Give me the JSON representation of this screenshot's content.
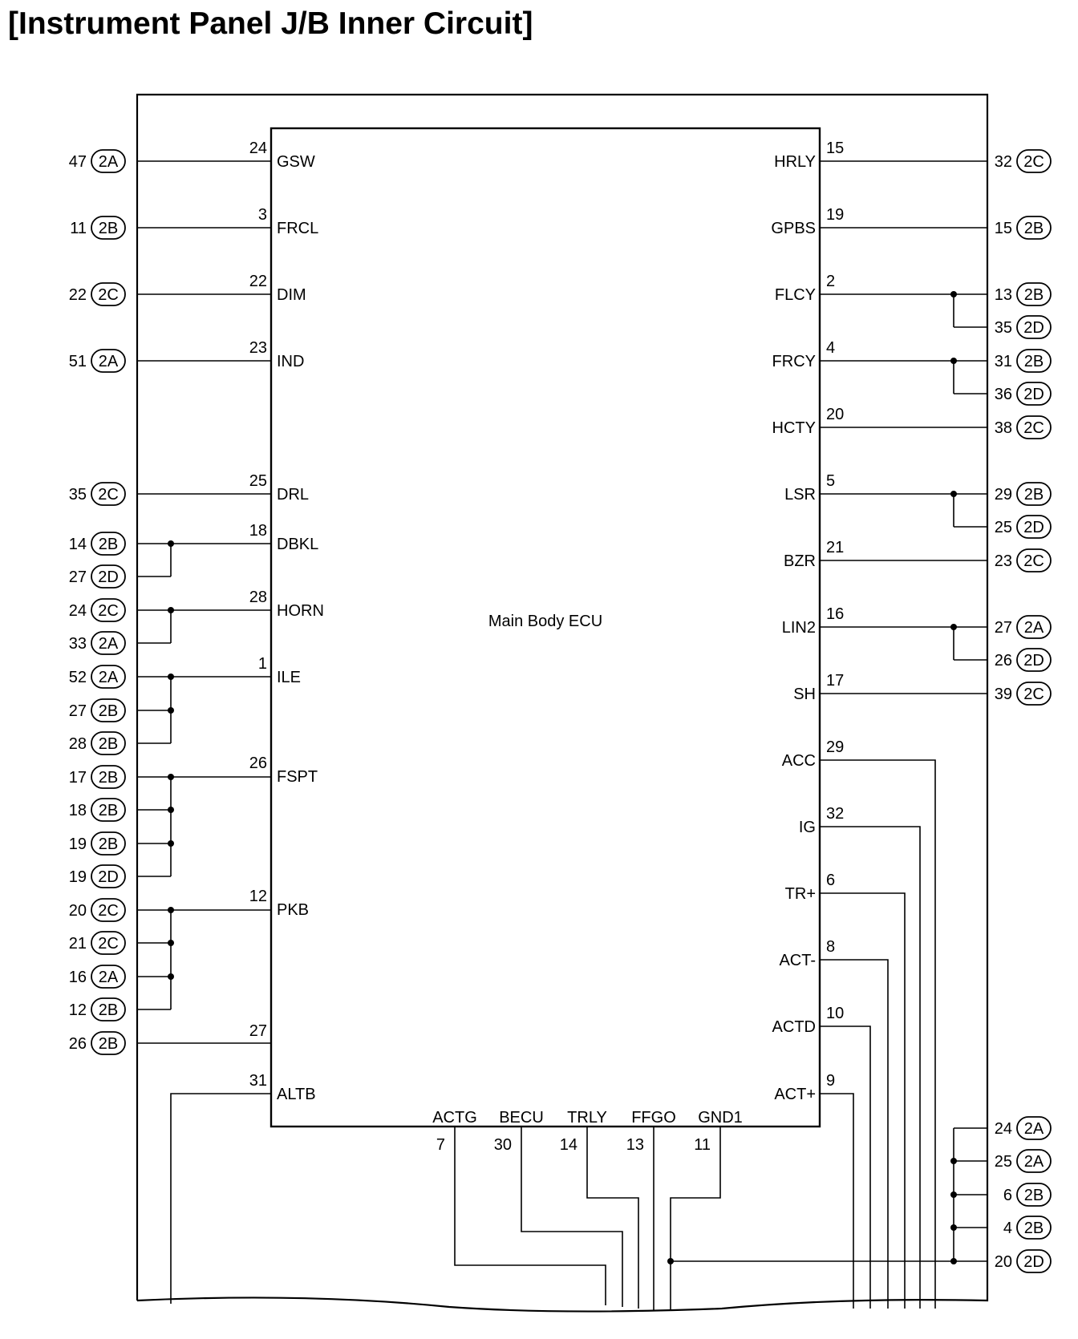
{
  "title": "[Instrument Panel J/B Inner Circuit]",
  "ecu_label": "Main Body ECU",
  "left_signals": [
    {
      "name": "GSW",
      "pin": "24",
      "ext": [
        {
          "num": "47",
          "conn": "2A"
        }
      ]
    },
    {
      "name": "FRCL",
      "pin": "3",
      "ext": [
        {
          "num": "11",
          "conn": "2B"
        }
      ]
    },
    {
      "name": "DIM",
      "pin": "22",
      "ext": [
        {
          "num": "22",
          "conn": "2C"
        }
      ]
    },
    {
      "name": "IND",
      "pin": "23",
      "ext": [
        {
          "num": "51",
          "conn": "2A"
        }
      ]
    },
    {
      "name": "DRL",
      "pin": "25",
      "ext": [
        {
          "num": "35",
          "conn": "2C"
        }
      ]
    },
    {
      "name": "DBKL",
      "pin": "18",
      "ext": [
        {
          "num": "14",
          "conn": "2B"
        },
        {
          "num": "27",
          "conn": "2D"
        }
      ]
    },
    {
      "name": "HORN",
      "pin": "28",
      "ext": [
        {
          "num": "24",
          "conn": "2C"
        },
        {
          "num": "33",
          "conn": "2A"
        }
      ]
    },
    {
      "name": "ILE",
      "pin": "1",
      "ext": [
        {
          "num": "52",
          "conn": "2A"
        },
        {
          "num": "27",
          "conn": "2B"
        },
        {
          "num": "28",
          "conn": "2B"
        }
      ]
    },
    {
      "name": "FSPT",
      "pin": "26",
      "ext": [
        {
          "num": "17",
          "conn": "2B"
        },
        {
          "num": "18",
          "conn": "2B"
        },
        {
          "num": "19",
          "conn": "2B"
        },
        {
          "num": "19",
          "conn": "2D"
        }
      ]
    },
    {
      "name": "PKB",
      "pin": "12",
      "ext": [
        {
          "num": "20",
          "conn": "2C"
        },
        {
          "num": "21",
          "conn": "2C"
        },
        {
          "num": "16",
          "conn": "2A"
        },
        {
          "num": "12",
          "conn": "2B"
        }
      ]
    },
    {
      "name": "",
      "pin": "27",
      "ext": [
        {
          "num": "26",
          "conn": "2B"
        }
      ]
    },
    {
      "name": "ALTB",
      "pin": "31",
      "ext": []
    }
  ],
  "right_signals": [
    {
      "name": "HRLY",
      "pin": "15",
      "ext": [
        {
          "num": "32",
          "conn": "2C"
        }
      ]
    },
    {
      "name": "GPBS",
      "pin": "19",
      "ext": [
        {
          "num": "15",
          "conn": "2B"
        }
      ]
    },
    {
      "name": "FLCY",
      "pin": "2",
      "ext": [
        {
          "num": "13",
          "conn": "2B"
        },
        {
          "num": "35",
          "conn": "2D"
        }
      ]
    },
    {
      "name": "FRCY",
      "pin": "4",
      "ext": [
        {
          "num": "31",
          "conn": "2B"
        },
        {
          "num": "36",
          "conn": "2D"
        }
      ]
    },
    {
      "name": "HCTY",
      "pin": "20",
      "ext": [
        {
          "num": "38",
          "conn": "2C"
        }
      ]
    },
    {
      "name": "LSR",
      "pin": "5",
      "ext": [
        {
          "num": "29",
          "conn": "2B"
        },
        {
          "num": "25",
          "conn": "2D"
        }
      ]
    },
    {
      "name": "BZR",
      "pin": "21",
      "ext": [
        {
          "num": "23",
          "conn": "2C"
        }
      ]
    },
    {
      "name": "LIN2",
      "pin": "16",
      "ext": [
        {
          "num": "27",
          "conn": "2A"
        },
        {
          "num": "26",
          "conn": "2D"
        }
      ]
    },
    {
      "name": "SH",
      "pin": "17",
      "ext": [
        {
          "num": "39",
          "conn": "2C"
        }
      ]
    },
    {
      "name": "ACC",
      "pin": "29",
      "ext": []
    },
    {
      "name": "IG",
      "pin": "32",
      "ext": []
    },
    {
      "name": "TR+",
      "pin": "6",
      "ext": []
    },
    {
      "name": "ACT-",
      "pin": "8",
      "ext": []
    },
    {
      "name": "ACTD",
      "pin": "10",
      "ext": []
    },
    {
      "name": "ACT+",
      "pin": "9",
      "ext": []
    }
  ],
  "bottom_signals": [
    {
      "name": "ACTG",
      "pin": "7"
    },
    {
      "name": "BECU",
      "pin": "30"
    },
    {
      "name": "TRLY",
      "pin": "14"
    },
    {
      "name": "FFGO",
      "pin": "13"
    },
    {
      "name": "GND1",
      "pin": "11"
    }
  ],
  "ground_connectors": [
    {
      "num": "24",
      "conn": "2A"
    },
    {
      "num": "25",
      "conn": "2A"
    },
    {
      "num": "6",
      "conn": "2B"
    },
    {
      "num": "4",
      "conn": "2B"
    },
    {
      "num": "20",
      "conn": "2D"
    }
  ]
}
